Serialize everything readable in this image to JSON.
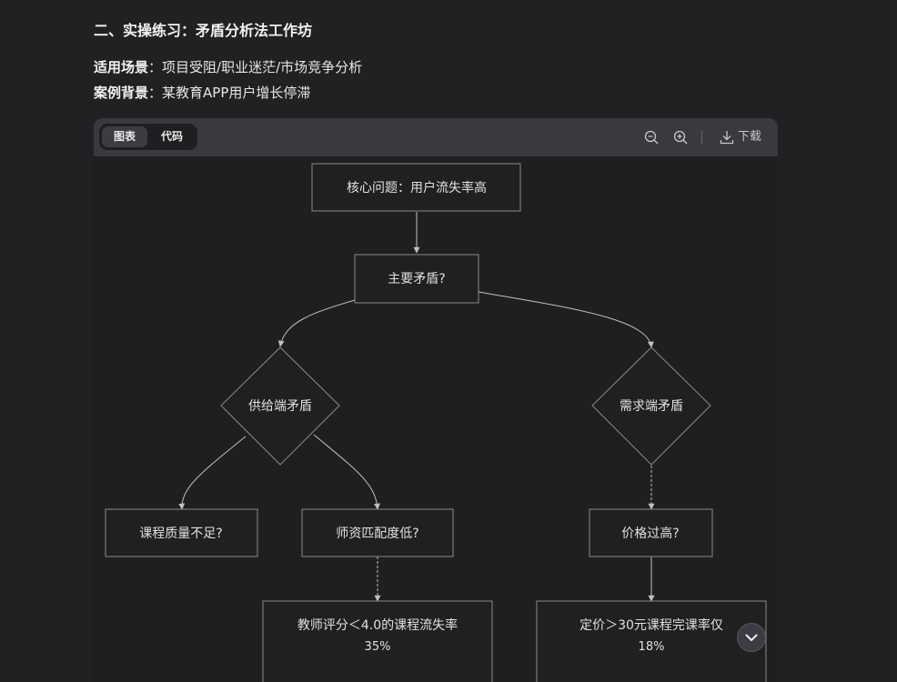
{
  "section": {
    "title": "二、实操练习：矛盾分析法工作坊",
    "scenario_label": "适用场景",
    "scenario_value": "：项目受阻/职业迷茫/市场竞争分析",
    "background_label": "案例背景",
    "background_value": "：某教育APP用户增长停滞"
  },
  "toolbar": {
    "tab_chart": "图表",
    "tab_code": "代码",
    "zoom_out_icon": "zoom-out-icon",
    "zoom_in_icon": "zoom-in-icon",
    "download_icon": "download-icon",
    "download_label": "下载"
  },
  "flowchart": {
    "core_problem": "核心问题：用户流失率高",
    "main_contradiction": "主要矛盾?",
    "supply_side": "供给端矛盾",
    "demand_side": "需求端矛盾",
    "course_quality": "课程质量不足?",
    "teacher_match": "师资匹配度低?",
    "price_high": "价格过高?",
    "teacher_metric_line1": "教师评分＜4.0的课程流失率",
    "teacher_metric_line2": "35%",
    "price_metric_line1": "定价＞30元课程完课率仅",
    "price_metric_line2": "18%"
  },
  "colors": {
    "page_bg": "#212124",
    "card_bg": "#1e1f21",
    "toolbar_bg": "#3a393e",
    "node_fill": "#1f2020",
    "node_stroke": "#8a8a8a",
    "edge": "#c0c0c0",
    "text": "#e0e0e0"
  }
}
